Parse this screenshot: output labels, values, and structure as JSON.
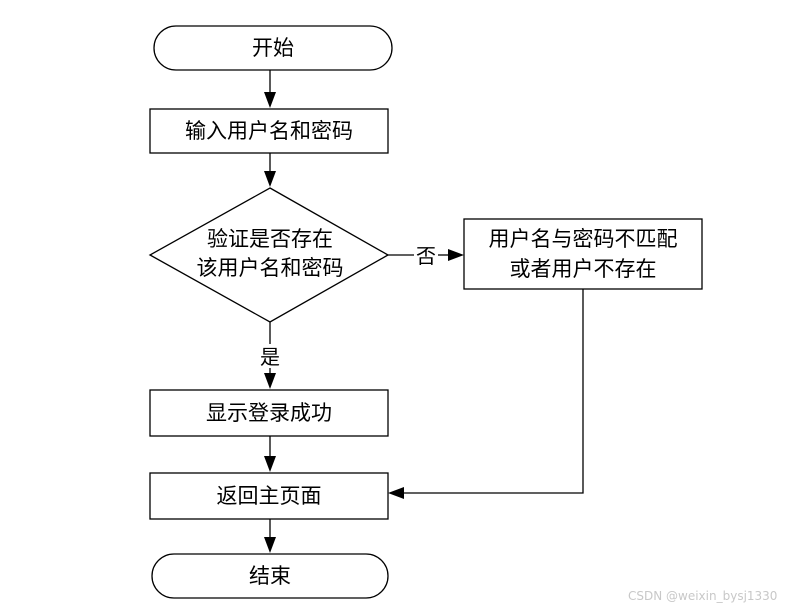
{
  "nodes": {
    "start": "开始",
    "input": "输入用户名和密码",
    "verify_line1": "验证是否存在",
    "verify_line2": "该用户名和密码",
    "error_line1": "用户名与密码不匹配",
    "error_line2": "或者用户不存在",
    "success": "显示登录成功",
    "home": "返回主页面",
    "end": "结束"
  },
  "edges": {
    "no": "否",
    "yes": "是"
  },
  "watermark": "CSDN @weixin_bysj1330",
  "colors": {
    "stroke": "#000000",
    "fill": "#ffffff",
    "watermark": "#c8c8c8"
  }
}
